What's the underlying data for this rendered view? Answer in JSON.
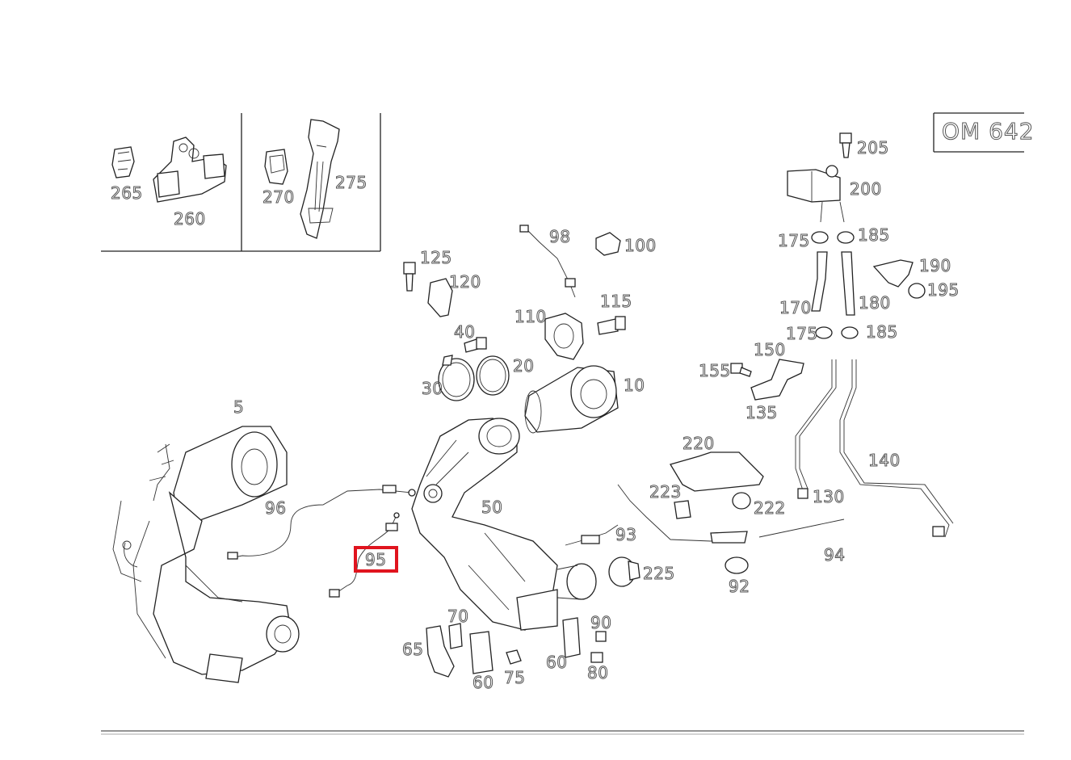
{
  "model_code": "OM 642",
  "highlight": {
    "label": "95",
    "color": "#e0141e"
  },
  "callouts": {
    "c5": "5",
    "c10": "10",
    "c20": "20",
    "c30": "30",
    "c40": "40",
    "c50": "50",
    "c60a": "60",
    "c60b": "60",
    "c65": "65",
    "c70": "70",
    "c75": "75",
    "c80": "80",
    "c90": "90",
    "c92": "92",
    "c93": "93",
    "c94": "94",
    "c95": "95",
    "c96": "96",
    "c98": "98",
    "c100": "100",
    "c110": "110",
    "c115": "115",
    "c120": "120",
    "c125": "125",
    "c130": "130",
    "c135": "135",
    "c140": "140",
    "c150": "150",
    "c155": "155",
    "c170": "170",
    "c175a": "175",
    "c175b": "175",
    "c180": "180",
    "c185a": "185",
    "c185b": "185",
    "c190": "190",
    "c195": "195",
    "c200": "200",
    "c205": "205",
    "c220": "220",
    "c222": "222",
    "c223": "223",
    "c225": "225",
    "c260": "260",
    "c265": "265",
    "c270": "270",
    "c275": "275"
  }
}
